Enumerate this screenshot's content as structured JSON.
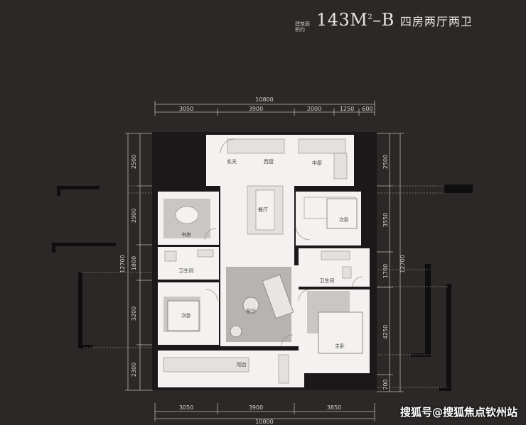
{
  "title": {
    "small_label": "建筑面积约",
    "area": "143M",
    "area_sup": "2",
    "suffix": "–B",
    "type": "四房两厅两卫"
  },
  "dimensions": {
    "top_total": "10800",
    "top_segments": [
      "3050",
      "3900",
      "2000",
      "1250",
      "600"
    ],
    "bottom_total": "10800",
    "bottom_segments": [
      "3050",
      "3900",
      "3850"
    ],
    "left_segments": [
      "2500",
      "2900",
      "1800",
      "3200",
      "2300"
    ],
    "left_total": "12700",
    "right_segments": [
      "2500",
      "3550",
      "1700",
      "4250",
      "700"
    ],
    "right_total": "12700"
  },
  "rooms": {
    "entrance": "玄关",
    "western_kitchen": "西厨",
    "chinese_kitchen": "中厨",
    "dining": "餐厅",
    "study": "书房",
    "bedroom_2a": "次卧",
    "bathroom_left": "卫生间",
    "bathroom_right": "卫生间",
    "bedroom_left": "次卧",
    "living": "客厅",
    "master": "主卧",
    "balcony": "阳台"
  },
  "watermark": "搜狐号@搜狐焦点钦州站"
}
